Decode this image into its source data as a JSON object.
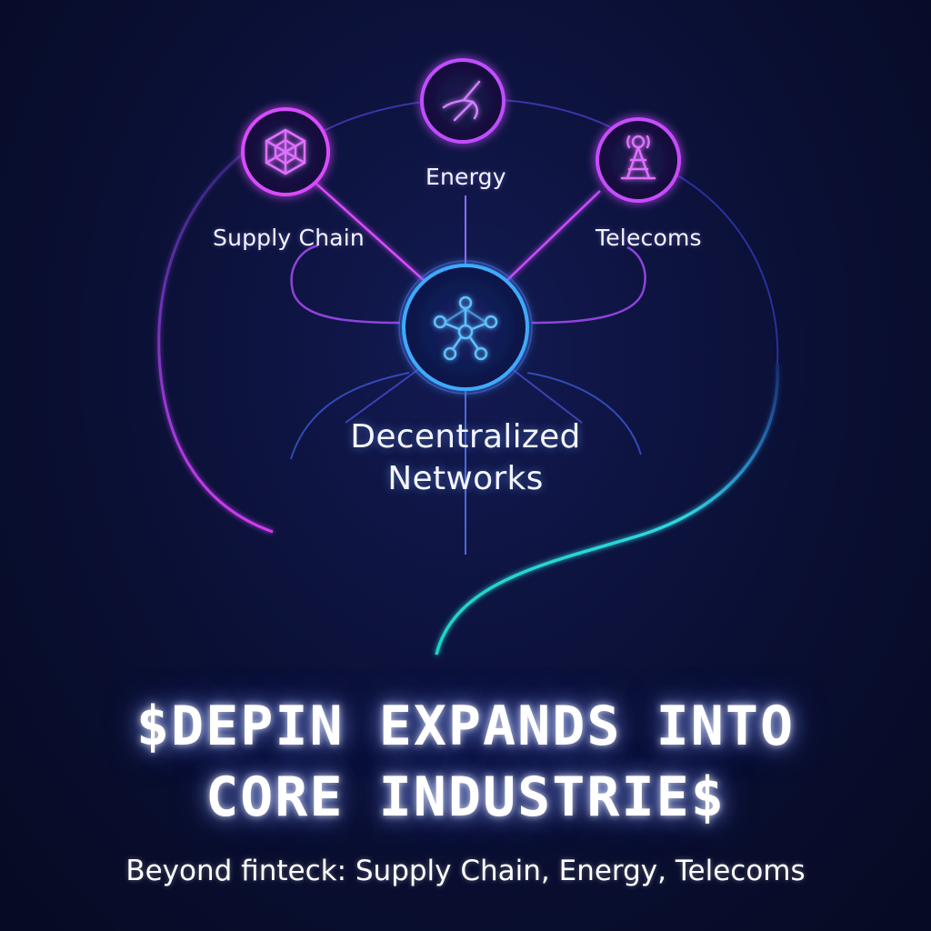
{
  "diagram": {
    "nodes": [
      {
        "id": "supply-chain",
        "label": "Supply Chain",
        "icon": "web-icon",
        "color": "#d94cff"
      },
      {
        "id": "energy",
        "label": "Energy",
        "icon": "lightning-icon",
        "color": "#c04dff"
      },
      {
        "id": "telecoms",
        "label": "Telecoms",
        "icon": "tower-icon",
        "color": "#c84cff"
      }
    ],
    "center": {
      "line1": "Decentralized",
      "line2": "Networks",
      "icon": "network-hub-icon",
      "color": "#3fa9ff"
    },
    "accent_colors": {
      "magenta": "#e040ff",
      "violet": "#8a5cff",
      "blue": "#3f8dff",
      "teal": "#1fe0d0"
    }
  },
  "headline": {
    "line1": "$DEPIN EXPANDS INTO",
    "line2": "CORE INDUSTRIE$"
  },
  "subtitle": "Beyond finteck: Supply Chain, Energy, Telecoms"
}
